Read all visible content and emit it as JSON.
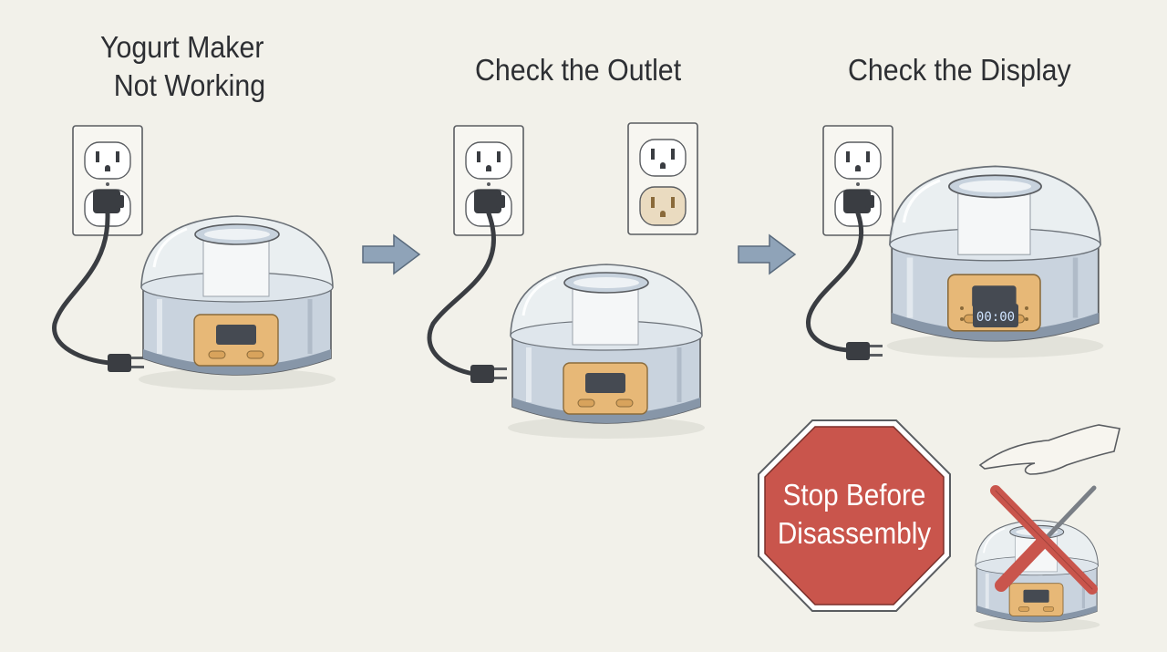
{
  "panels": [
    {
      "title_line1": "Yogurt Maker",
      "title_line2": "Not Working"
    },
    {
      "title": "Check the Outlet"
    },
    {
      "title": "Check the Display"
    }
  ],
  "display_readout": "00:00",
  "stop_sign": {
    "line1": "Stop Before",
    "line2": "Disassembly"
  },
  "colors": {
    "background": "#f2f1ea",
    "stop_sign": "#c9554c",
    "control_panel": "#e7b877",
    "body_metal": "#c9d3de",
    "arrow": "#8fa3b8",
    "cord": "#3a3d42"
  }
}
